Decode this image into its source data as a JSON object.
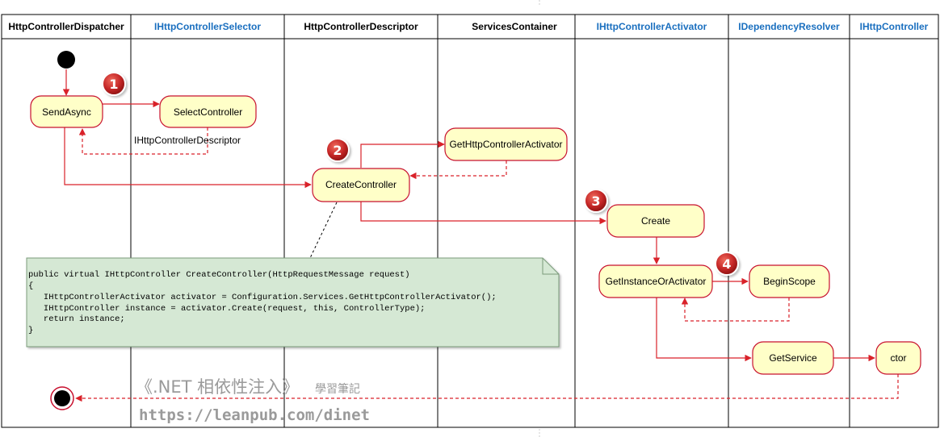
{
  "swimlanes": [
    {
      "title": "HttpControllerDispatcher",
      "color": "#000000"
    },
    {
      "title": "IHttpControllerSelector",
      "color": "#1a6fbf"
    },
    {
      "title": "HttpControllerDescriptor",
      "color": "#000000"
    },
    {
      "title": "ServicesContainer",
      "color": "#000000"
    },
    {
      "title": "IHttpControllerActivator",
      "color": "#1a6fbf"
    },
    {
      "title": "IDependencyResolver",
      "color": "#1a6fbf"
    },
    {
      "title": "IHttpController",
      "color": "#1a6fbf"
    }
  ],
  "activities": {
    "send_async": "SendAsync",
    "select_controller": "SelectController",
    "create_controller": "CreateController",
    "get_http_controller_activator": "GetHttpControllerActivator",
    "create": "Create",
    "get_instance_or_activator": "GetInstanceOrActivator",
    "begin_scope": "BeginScope",
    "get_service": "GetService",
    "ctor": "ctor"
  },
  "edge_labels": {
    "select_return": "IHttpControllerDescriptor"
  },
  "badges": [
    "1",
    "2",
    "3",
    "4"
  ],
  "note": {
    "lines": [
      "public virtual IHttpController CreateController(HttpRequestMessage request)",
      "{",
      "   IHttpControllerActivator activator = Configuration.Services.GetHttpControllerActivator();",
      "   IHttpController instance = activator.Create(request, this, ControllerType);",
      "   return instance;",
      "}"
    ]
  },
  "watermark": {
    "title": "《.NET 相依性注入》",
    "subtitle": "學習筆記",
    "url": "https://leanpub.com/dinet"
  },
  "colors": {
    "activity_fill": "#ffffc8",
    "activity_border": "#c8102e",
    "arrow": "#d9222a",
    "note_fill": "#d5e8d4",
    "badge": "#c62828",
    "link_title": "#1a6fbf"
  }
}
